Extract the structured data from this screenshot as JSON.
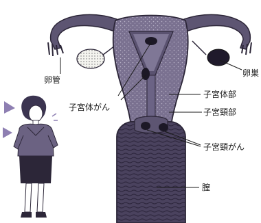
{
  "labels": {
    "ovary": "卵巣",
    "fallopian_tube": "卵管",
    "uterine_body_cancer": "子宮体がん",
    "uterine_body": "子宮体部",
    "cervix": "子宮頸部",
    "cervical_cancer": "子宮頸がん",
    "vagina": "膣"
  },
  "colors": {
    "organ_fill": "#7a7190",
    "organ_dark": "#3b3450",
    "stipple": "#a9a3b8",
    "vagina_fill": "#4e4663",
    "ovary_left": "#f2f2ee",
    "tumor": "#1c1826",
    "woman_dress": "#2c2638",
    "woman_sweater": "#6b6282",
    "arrow_accent": "#8e7fb2"
  }
}
